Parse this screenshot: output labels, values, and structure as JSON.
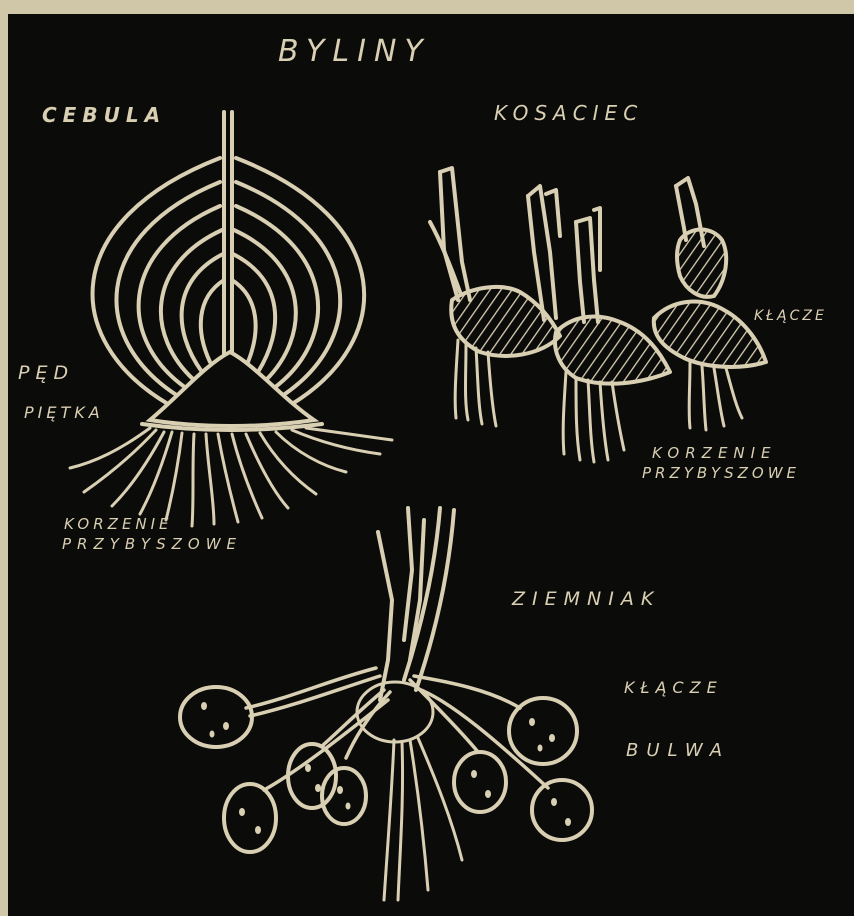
{
  "title": "BYLINY",
  "plants": {
    "onion": {
      "name": "CEBULA",
      "labels": {
        "shoot": "PĘD",
        "heel": "PIĘTKA",
        "roots_line1": "KORZENIE",
        "roots_line2": "PRZYBYSZOWE"
      }
    },
    "iris": {
      "name": "KOSACIEC",
      "labels": {
        "rhizome": "KŁĄCZE",
        "roots_line1": "KORZENIE",
        "roots_line2": "PRZYBYSZOWE"
      }
    },
    "potato": {
      "name": "ZIEMNIAK",
      "labels": {
        "rhizome": "KŁĄCZE",
        "tuber": "BULWA"
      }
    }
  },
  "colors": {
    "background": "#0b0b0a",
    "ink": "#d9cfb2",
    "paper": "#d0c6a8"
  }
}
